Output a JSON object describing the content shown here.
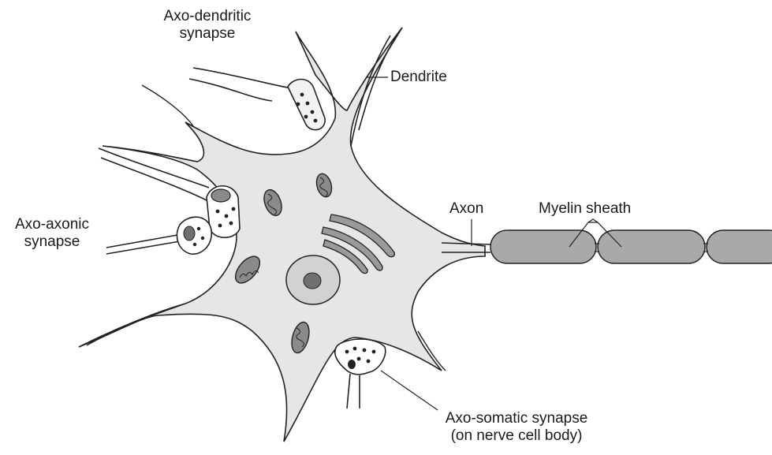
{
  "labels": {
    "axo_dendritic": [
      "Axo-dendritic",
      "synapse"
    ],
    "dendrite": "Dendrite",
    "axo_axonic": [
      "Axo-axonic",
      "synapse"
    ],
    "axon": "Axon",
    "myelin": "Myelin sheath",
    "axo_somatic": [
      "Axo-somatic synapse",
      "(on nerve cell body)"
    ]
  },
  "colors": {
    "cytoplasm": "#e6e6e6",
    "organelle": "#8a8a8a",
    "myelin": "#a9a9a9",
    "nucleus": "#d2d2d2",
    "nucleolus": "#707070",
    "stroke": "#222222"
  }
}
